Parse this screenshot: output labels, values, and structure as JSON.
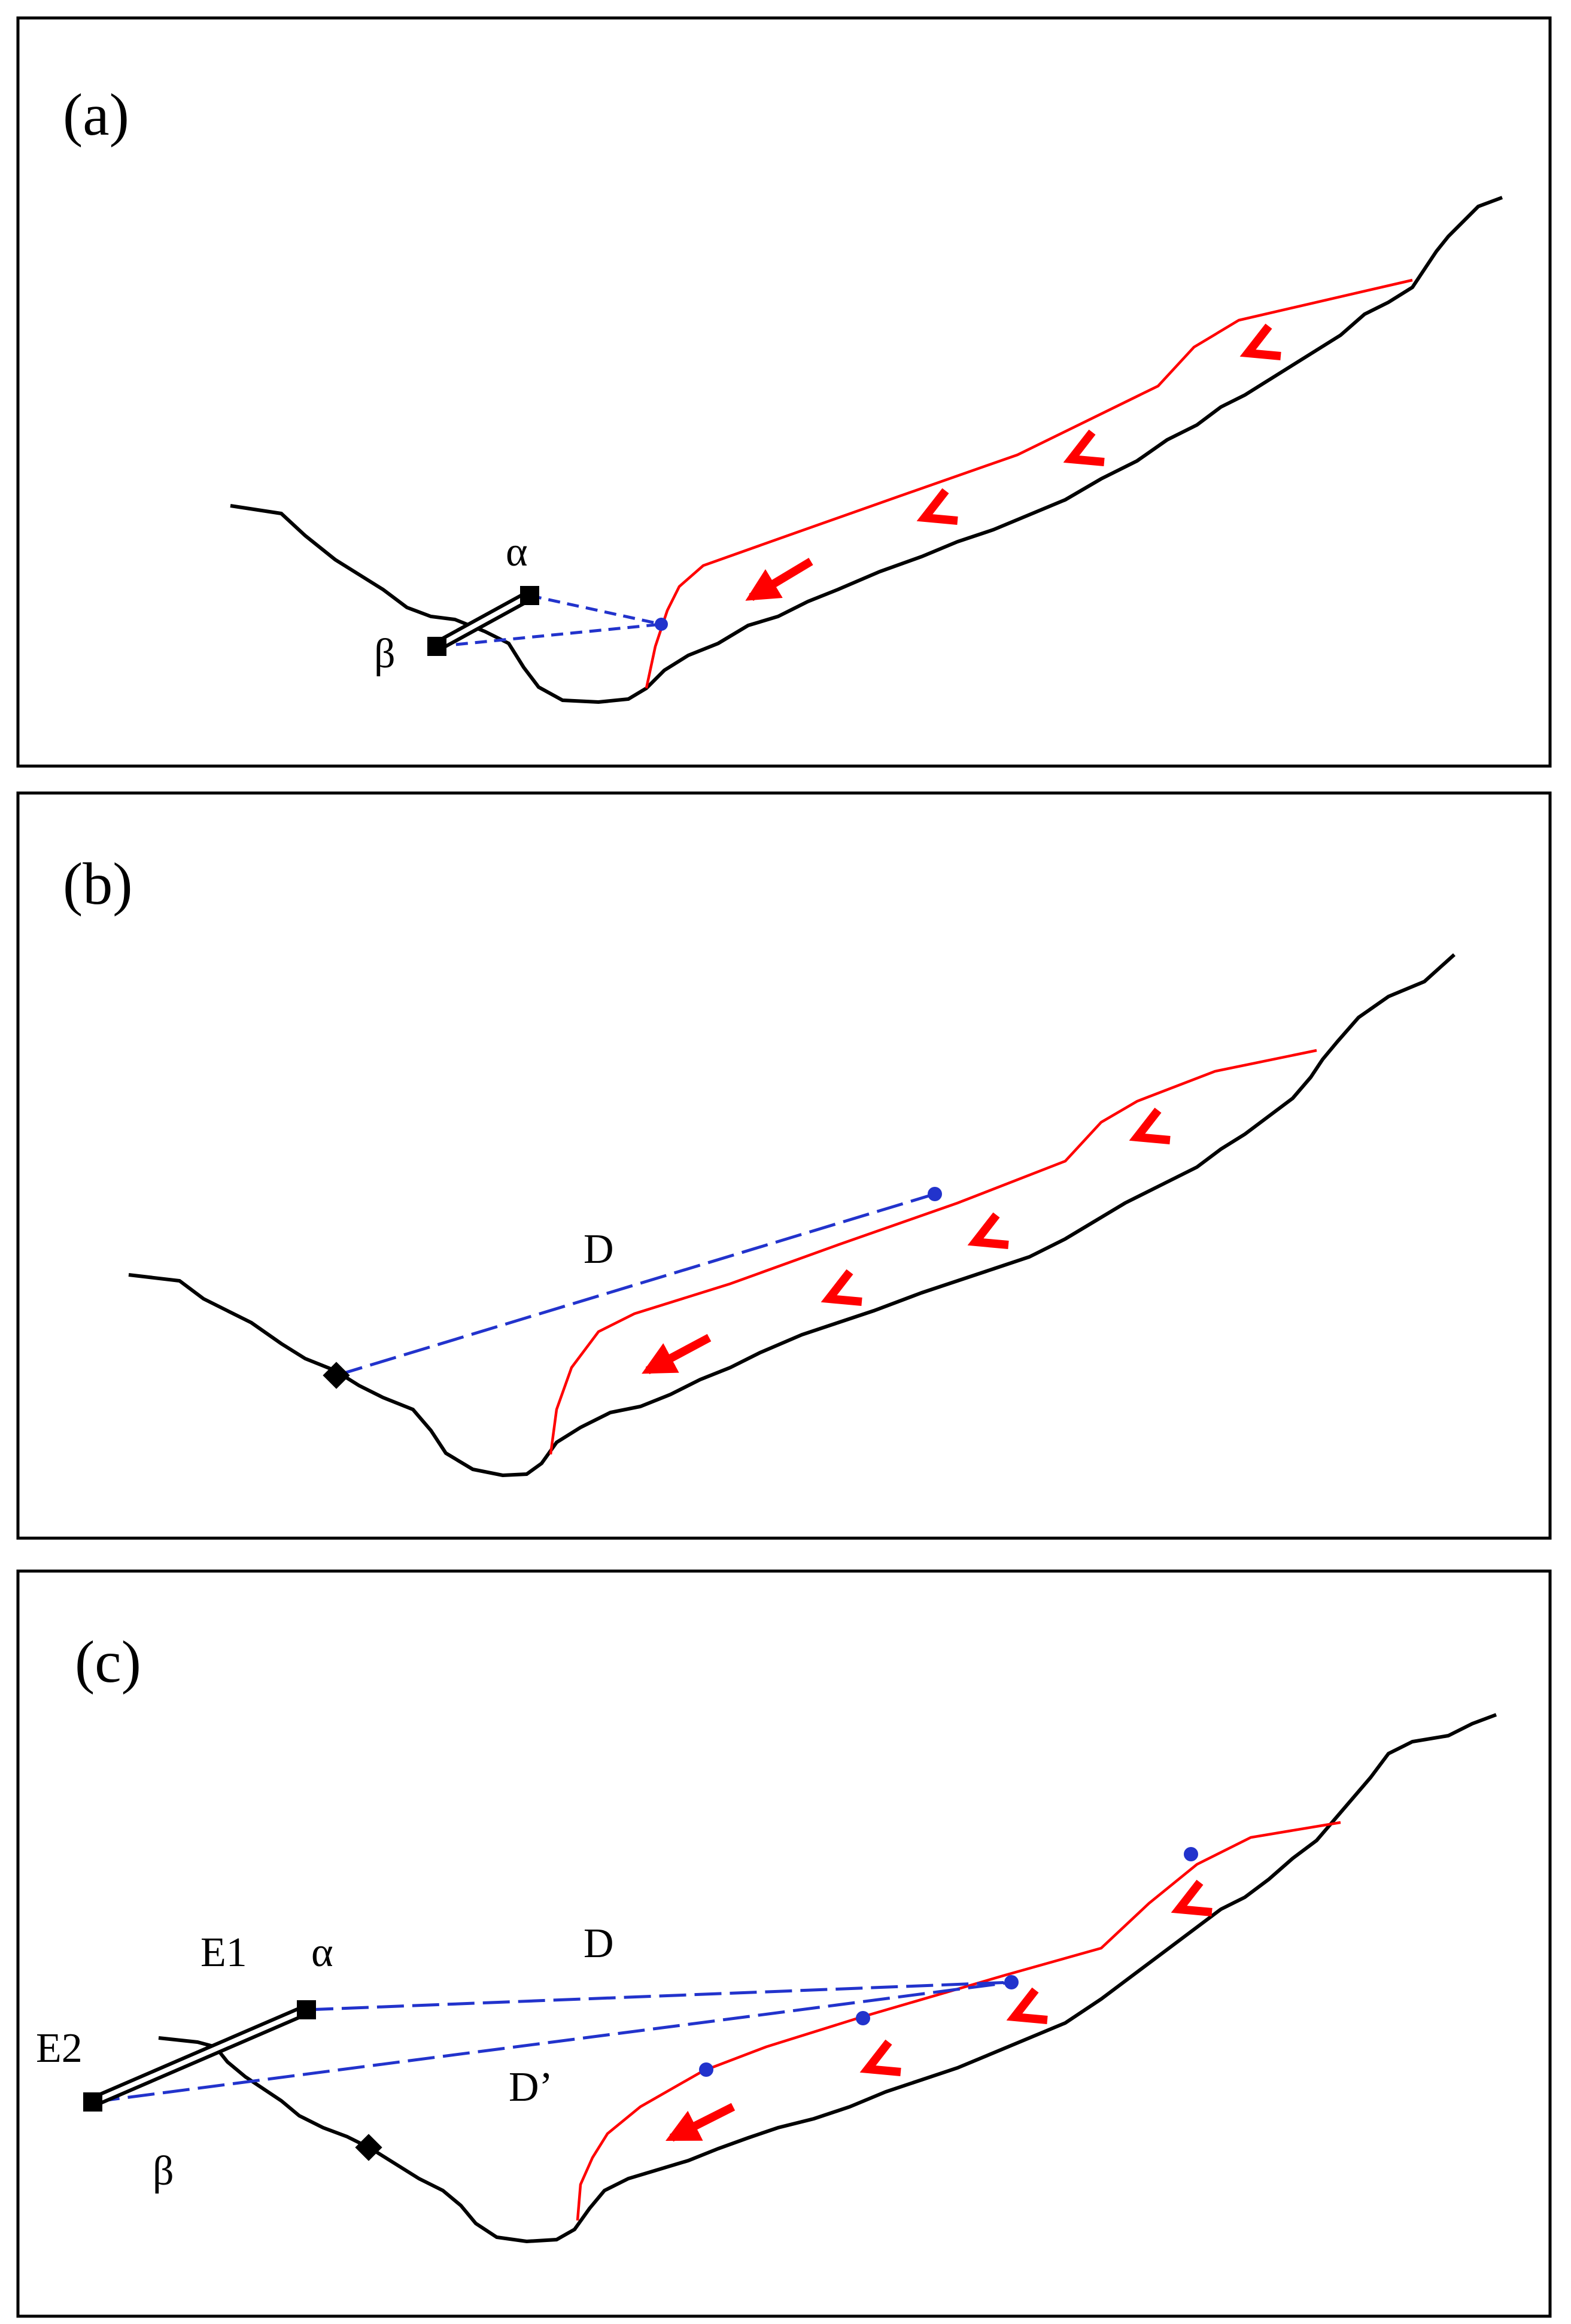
{
  "panels": [
    {
      "label": "(a)",
      "alpha": "α",
      "beta": "β"
    },
    {
      "label": "(b)",
      "distance": "D"
    },
    {
      "label": "(c)",
      "e1": "E1",
      "e2": "E2",
      "alpha": "α",
      "beta": "β",
      "distance": "D",
      "distance_prime": "D’"
    }
  ],
  "colors": {
    "terrain": "#000000",
    "flow": "#ff0000",
    "sightline": "#2233cc",
    "frame": "#000000"
  }
}
